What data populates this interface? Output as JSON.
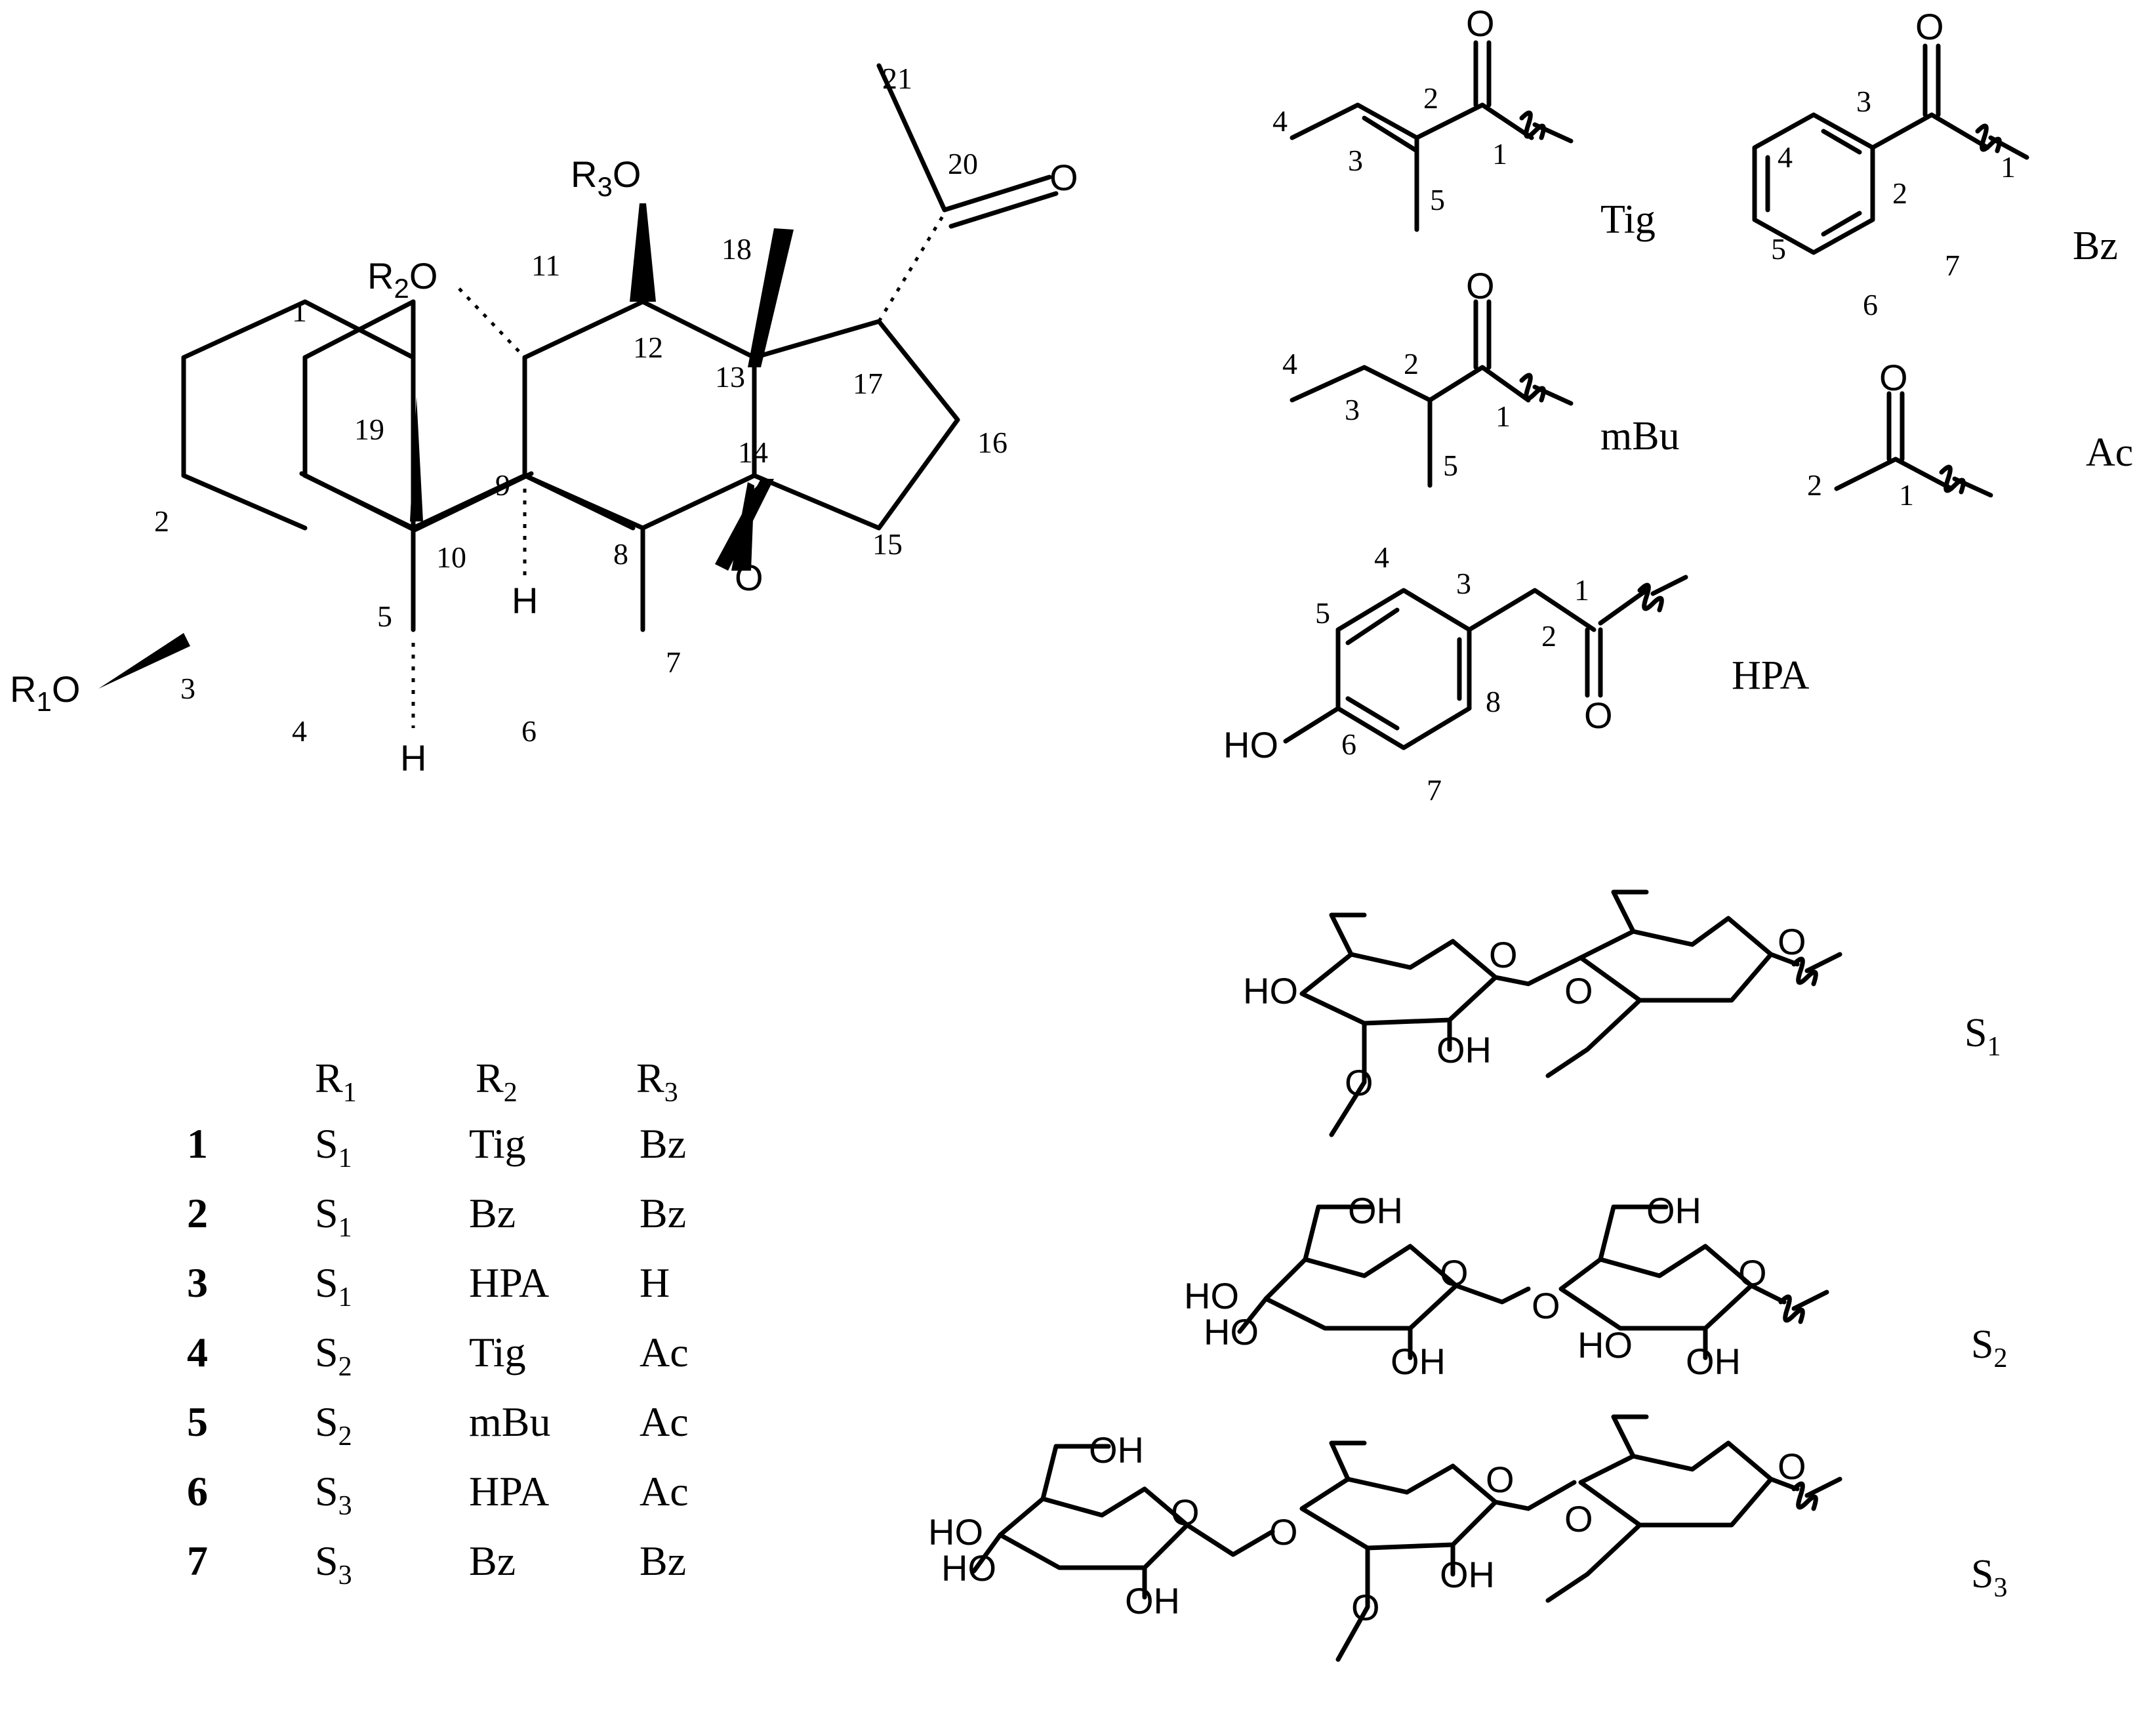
{
  "atoms": {
    "r1o": [
      "R",
      "1",
      "O"
    ],
    "r2o": [
      "R",
      "2",
      "O"
    ],
    "r3o": [
      "R",
      "3",
      "O"
    ],
    "o": "O",
    "h": "H",
    "ho": "HO",
    "oh": "OH"
  },
  "steroid_numbers": [
    "1",
    "2",
    "3",
    "4",
    "5",
    "6",
    "7",
    "8",
    "9",
    "10",
    "11",
    "12",
    "13",
    "14",
    "15",
    "16",
    "17",
    "18",
    "19",
    "20",
    "21"
  ],
  "groups": {
    "tig": "Tig",
    "bz": "Bz",
    "mbu": "mBu",
    "ac": "Ac",
    "hpa": "HPA",
    "s1": [
      "S",
      "1"
    ],
    "s2": [
      "S",
      "2"
    ],
    "s3": [
      "S",
      "3"
    ]
  },
  "table": {
    "headers": [
      [
        "R",
        "1"
      ],
      [
        "R",
        "2"
      ],
      [
        "R",
        "3"
      ]
    ],
    "rows": [
      {
        "id": "1",
        "r1": [
          "S",
          "1"
        ],
        "r2": "Tig",
        "r3": "Bz"
      },
      {
        "id": "2",
        "r1": [
          "S",
          "1"
        ],
        "r2": "Bz",
        "r3": "Bz"
      },
      {
        "id": "3",
        "r1": [
          "S",
          "1"
        ],
        "r2": "HPA",
        "r3": "H"
      },
      {
        "id": "4",
        "r1": [
          "S",
          "2"
        ],
        "r2": "Tig",
        "r3": "Ac"
      },
      {
        "id": "5",
        "r1": [
          "S",
          "2"
        ],
        "r2": "mBu",
        "r3": "Ac"
      },
      {
        "id": "6",
        "r1": [
          "S",
          "3"
        ],
        "r2": "HPA",
        "r3": "Ac"
      },
      {
        "id": "7",
        "r1": [
          "S",
          "3"
        ],
        "r2": "Bz",
        "r3": "Bz"
      }
    ]
  }
}
